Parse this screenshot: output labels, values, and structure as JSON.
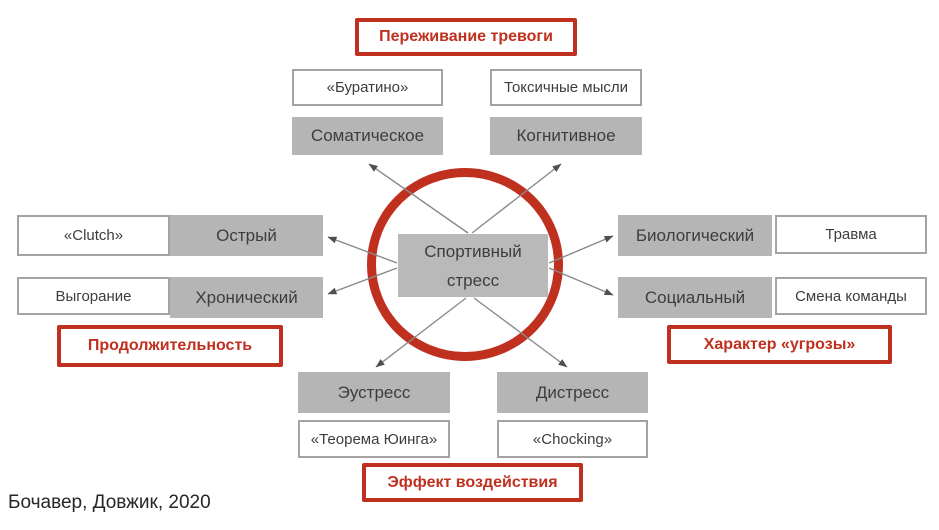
{
  "diagram_title": "Спортивный стресс",
  "center": {
    "label": "Спортивный стресс"
  },
  "groups": {
    "anxiety": {
      "category": "Переживание тревоги",
      "items": [
        {
          "type": "Соматическое",
          "example": "«Буратино»"
        },
        {
          "type": "Когнитивное",
          "example": "Токсичные мысли"
        }
      ]
    },
    "duration": {
      "category": "Продолжительность",
      "items": [
        {
          "type": "Острый",
          "example": "«Clutch»"
        },
        {
          "type": "Хронический",
          "example": "Выгорание"
        }
      ]
    },
    "threat": {
      "category": "Характер «угрозы»",
      "items": [
        {
          "type": "Биологический",
          "example": "Травма"
        },
        {
          "type": "Социальный",
          "example": "Смена команды"
        }
      ]
    },
    "effect": {
      "category": "Эффект воздействия",
      "items": [
        {
          "type": "Эустресс",
          "example": "«Теорема Юинга»"
        },
        {
          "type": "Дистресс",
          "example": "«Chocking»"
        }
      ]
    }
  },
  "attribution": "Бочавер, Довжик, 2020",
  "colors": {
    "accent_red": "#c0301f",
    "node_gray": "#b5b5b5",
    "center_gray": "#b9b9b9",
    "white_box_border": "#a3a3a3",
    "text_dark": "#3d3d3d",
    "arrow_line_gray": "#8a8a8a",
    "arrowhead_gray": "#4f4f4f",
    "attribution_text": "#262626"
  }
}
